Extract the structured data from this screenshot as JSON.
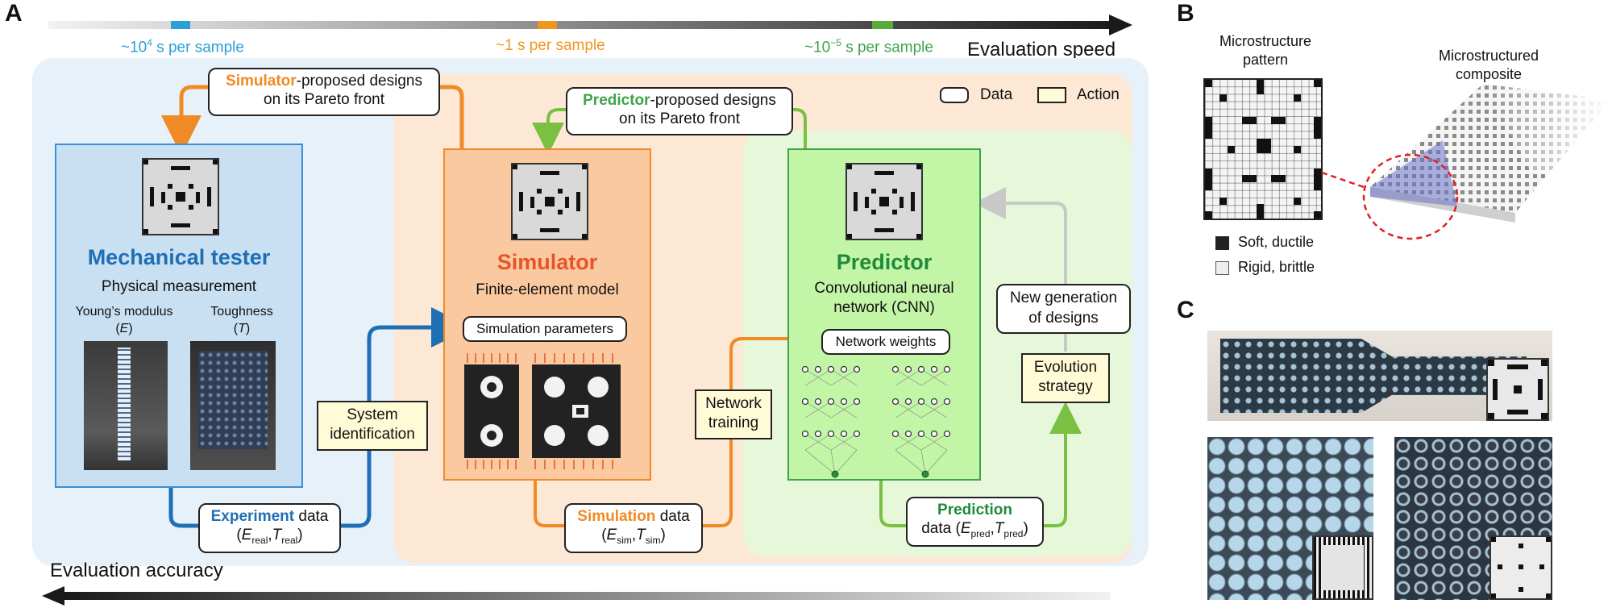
{
  "panels": {
    "a": "A",
    "b": "B",
    "c": "C"
  },
  "speed_axis": {
    "label": "Evaluation speed",
    "marker_1": {
      "prefix": "~10",
      "exp": "4",
      "suffix": " s per sample",
      "color": "#2a9fd8"
    },
    "marker_2": {
      "text": "~1 s per sample",
      "color": "#f0961e"
    },
    "marker_3": {
      "prefix": "~10",
      "exp": "−5",
      "suffix": " s per sample",
      "color": "#5aab3a"
    }
  },
  "accuracy_axis": {
    "label": "Evaluation accuracy"
  },
  "legend": {
    "data": "Data",
    "action": "Action"
  },
  "simulator_proposed": {
    "key": "Simulator",
    "rest": "-proposed designs",
    "line2": "on its Pareto front"
  },
  "predictor_proposed": {
    "key": "Predictor",
    "rest": "-proposed designs",
    "line2": "on its Pareto front"
  },
  "tester": {
    "title": "Mechanical tester",
    "subtitle": "Physical measurement",
    "youngs": "Young’s modulus",
    "youngs_sym": "E",
    "toughness": "Toughness",
    "toughness_sym": "T"
  },
  "simulator": {
    "title": "Simulator",
    "subtitle": "Finite-element model",
    "params": "Simulation parameters"
  },
  "predictor": {
    "title": "Predictor",
    "subtitle_1": "Convolutional neural",
    "subtitle_2": "network (CNN)",
    "weights": "Network weights"
  },
  "actions": {
    "sysid_1": "System",
    "sysid_2": "identification",
    "training_1": "Network",
    "training_2": "training",
    "evolution_1": "Evolution",
    "evolution_2": "strategy"
  },
  "new_gen": {
    "line1": "New generation",
    "line2": "of designs"
  },
  "experiment_data": {
    "key": "Experiment",
    "rest": " data",
    "e": "E",
    "e_sub": "real",
    "t": "T",
    "t_sub": "real"
  },
  "simulation_data": {
    "key": "Simulation",
    "rest": " data",
    "e": "E",
    "e_sub": "sim",
    "t": "T",
    "t_sub": "sim"
  },
  "prediction_data": {
    "key": "Prediction",
    "rest": "data (",
    "e": "E",
    "e_sub": "pred",
    "t": "T",
    "t_sub": "pred"
  },
  "panel_b": {
    "pattern_1": "Microstructure",
    "pattern_2": "pattern",
    "composite_1": "Microstructured",
    "composite_2": "composite",
    "soft": "Soft, ductile",
    "rigid": "Rigid, brittle"
  },
  "colors": {
    "blue": "#1f6fb5",
    "orange": "#f08a24",
    "green": "#3fa34d",
    "sim_title": "#e8542a",
    "pred_title": "#1f8a3b"
  }
}
